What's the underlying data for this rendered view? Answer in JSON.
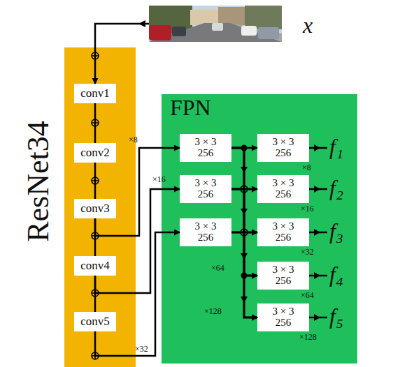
{
  "diagram": {
    "nodes": [
      {
        "text": [
          "x"
        ]
      },
      {
        "text": [
          "ResNet34"
        ]
      },
      {
        "text": [
          "conv1"
        ],
        "in": 1
      },
      {
        "text": [
          "conv2"
        ],
        "in": 1
      },
      {
        "text": [
          "conv3"
        ],
        "in": 1
      },
      {
        "text": [
          "conv4"
        ],
        "in": 1
      },
      {
        "text": [
          "conv5"
        ],
        "in": 1
      },
      {
        "text": [
          "FPN"
        ]
      },
      {
        "text": [
          "3 × 3",
          "256"
        ],
        "in": 7
      },
      {
        "text": [
          "3 × 3",
          "256"
        ],
        "in": 7
      },
      {
        "text": [
          "3 × 3",
          "256"
        ],
        "in": 7
      },
      {
        "text": [
          "3 × 3",
          "256"
        ],
        "in": 7
      },
      {
        "text": [
          "3 × 3",
          "256"
        ],
        "in": 7
      },
      {
        "text": [
          "3 × 3",
          "256"
        ],
        "in": 7
      },
      {
        "text": [
          "3 × 3",
          "256"
        ],
        "in": 7
      },
      {
        "text": [
          "3 × 3",
          "256"
        ],
        "in": 7
      }
    ],
    "edges": [
      {
        "from": 0,
        "to": 2,
        "arrow": "to"
      },
      {
        "from": 2,
        "to": 3,
        "arrow": "none"
      },
      {
        "from": 3,
        "to": 4,
        "arrow": "none"
      },
      {
        "from": 4,
        "to": 5,
        "arrow": "none"
      },
      {
        "from": 5,
        "to": 6,
        "arrow": "none"
      },
      {
        "from": 4,
        "to": 8,
        "label": "×8",
        "arrow": "to"
      },
      {
        "from": 5,
        "to": 10,
        "label": "×16",
        "arrow": "to"
      },
      {
        "from": 6,
        "to": 12,
        "label": "×32",
        "arrow": "to"
      },
      {
        "from": 8,
        "to": 9,
        "arrow": "to"
      },
      {
        "from": 8,
        "to": 11,
        "arrow": "to"
      },
      {
        "from": 8,
        "to": 13,
        "arrow": "to"
      },
      {
        "from": 8,
        "to": 14,
        "arrow": "to"
      },
      {
        "from": 8,
        "to": 15,
        "arrow": "to"
      },
      {
        "from": 10,
        "to": 11,
        "arrow": "to"
      },
      {
        "from": 10,
        "to": 13,
        "arrow": "to"
      },
      {
        "from": 10,
        "to": 14,
        "arrow": "to"
      },
      {
        "from": 10,
        "to": 15,
        "arrow": "to"
      },
      {
        "from": 12,
        "to": 13,
        "arrow": "to"
      },
      {
        "from": 12,
        "to": 14,
        "arrow": "to"
      },
      {
        "from": 12,
        "to": 15,
        "arrow": "to"
      }
    ],
    "labels": [
      "×8",
      "×16",
      "×32",
      "×64",
      "×128",
      "×64",
      "×128",
      "f₁",
      "f₂",
      "f₃",
      "f₄",
      "f₅"
    ]
  }
}
